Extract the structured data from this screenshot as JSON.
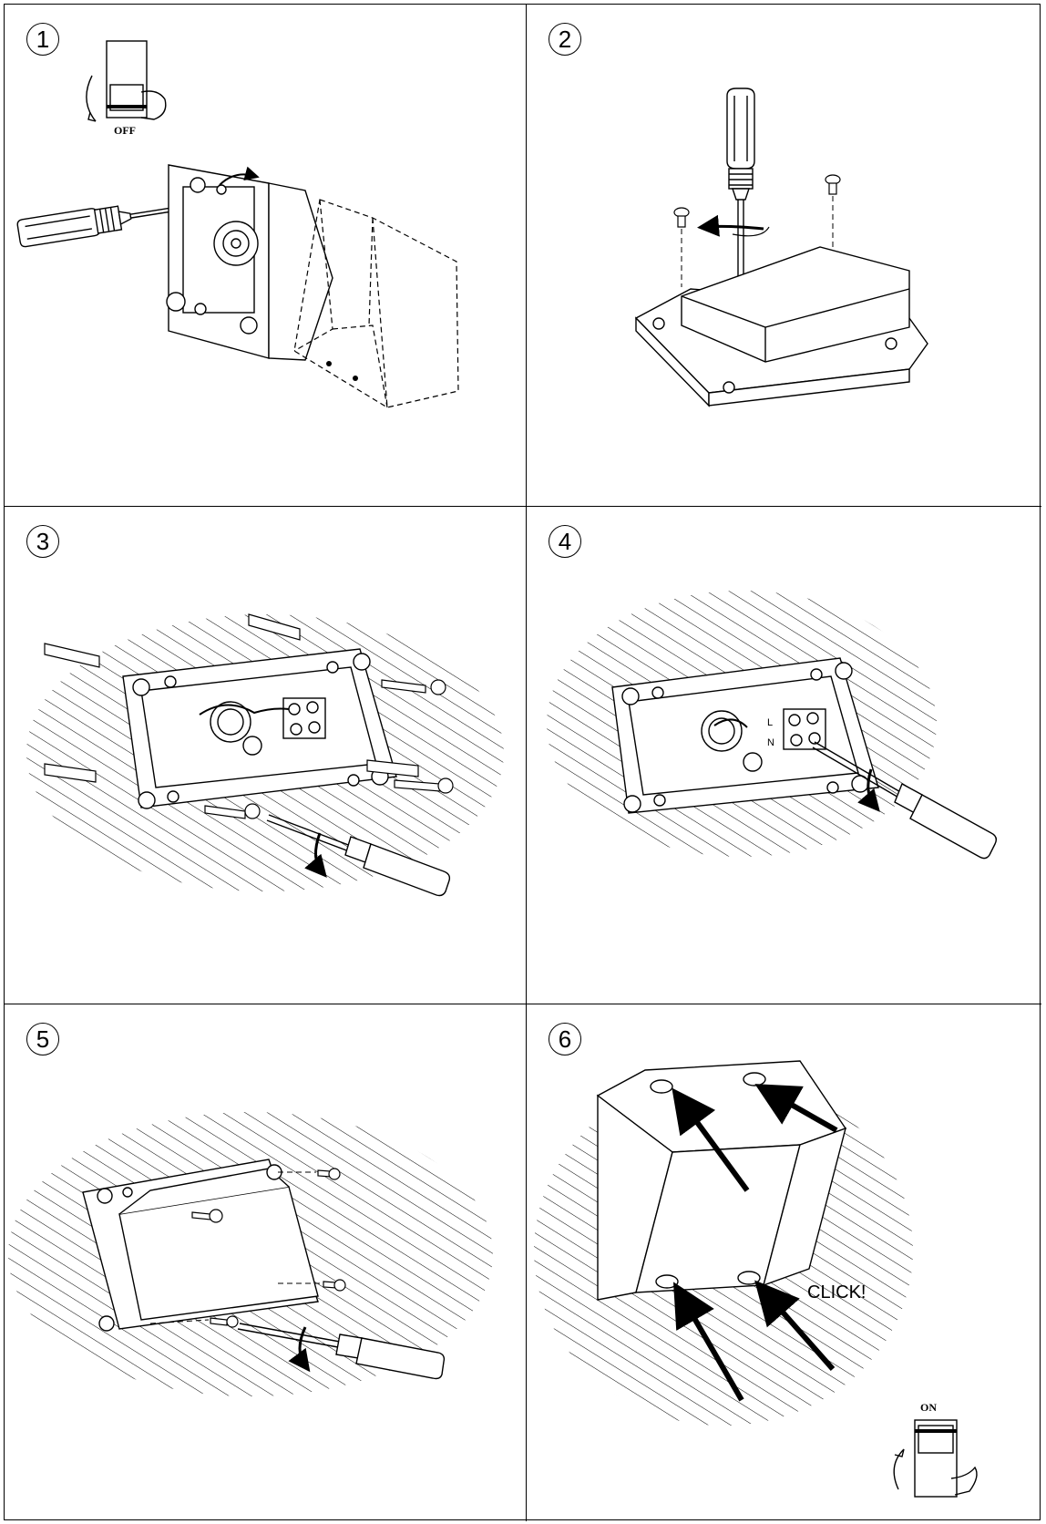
{
  "steps": [
    {
      "number": "1",
      "switch_label": "OFF"
    },
    {
      "number": "2"
    },
    {
      "number": "3"
    },
    {
      "number": "4",
      "terminal_l": "L",
      "terminal_n": "N"
    },
    {
      "number": "5"
    },
    {
      "number": "6",
      "click_label": "CLICK!",
      "switch_label": "ON"
    }
  ],
  "icons": {
    "screwdriver": "screwdriver-icon",
    "screw": "screw-icon",
    "wall_plug": "wall-plug-icon",
    "rotation_arrow": "rotation-arrow-icon",
    "power_switch": "power-switch-icon",
    "push_arrow": "push-arrow-icon"
  }
}
